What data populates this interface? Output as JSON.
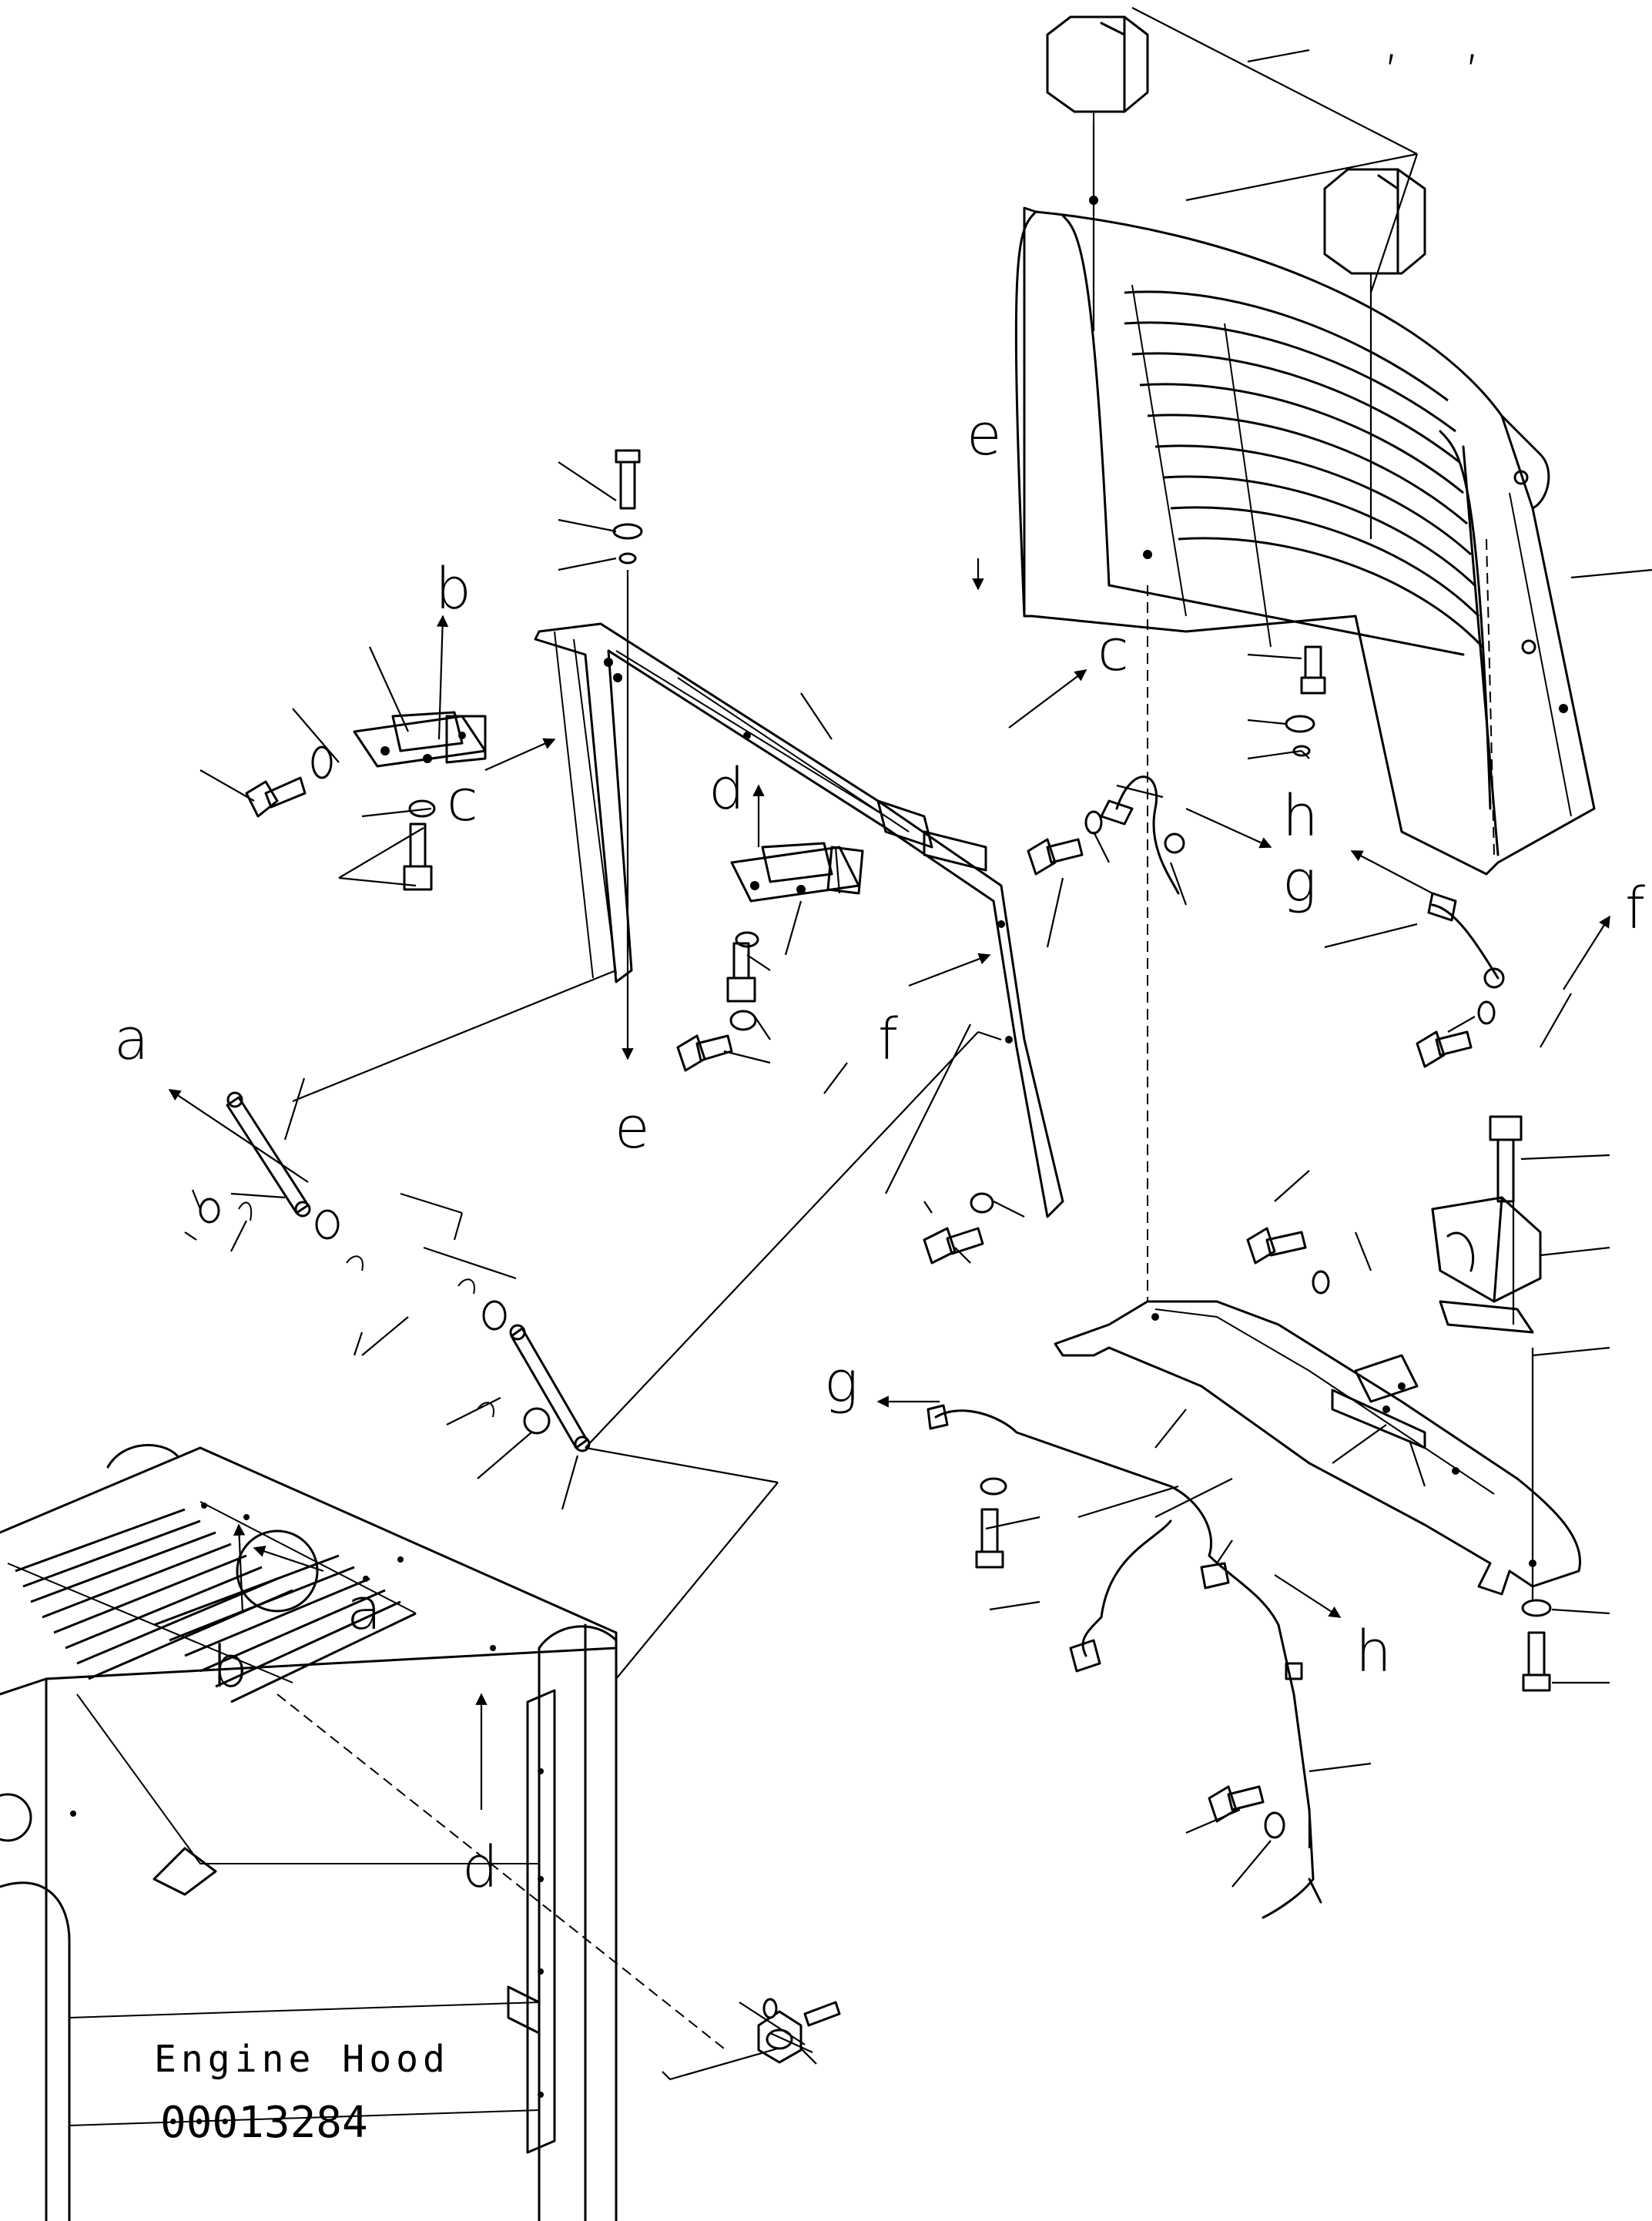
{
  "diagram": {
    "caption_title": "Engine Hood",
    "part_number": "00013284",
    "callout_letters": [
      "a",
      "b",
      "c",
      "d",
      "e",
      "f",
      "g",
      "h"
    ],
    "top_marks": [
      ",",
      ","
    ]
  }
}
